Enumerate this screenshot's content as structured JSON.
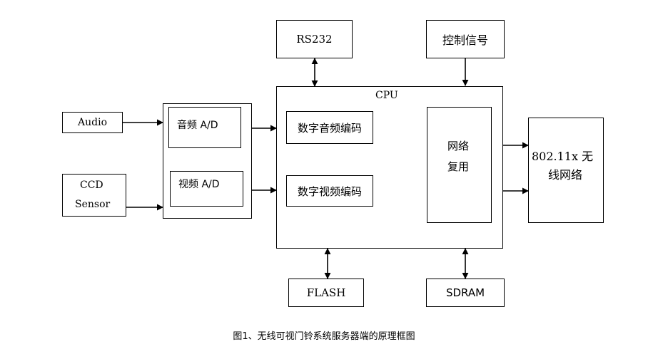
{
  "blocks": {
    "rs232": "RS232",
    "control_signal": "控制信号",
    "cpu": "CPU",
    "audio": "Audio",
    "ccd_line1": "CCD",
    "ccd_line2": "Sensor",
    "audio_ad": "音频 A/D",
    "video_ad": "视频  A/D",
    "digital_audio_encode": "数字音频编码",
    "digital_video_encode": "数字视频编码",
    "mux_line1": "网络",
    "mux_line2": "复用",
    "wireless_line1": "802.11x 无",
    "wireless_line2": "线网络",
    "flash": "FLASH",
    "sdram": "SDRAM"
  },
  "caption": "图1、无线可视门铃系统服务器端的原理框图"
}
